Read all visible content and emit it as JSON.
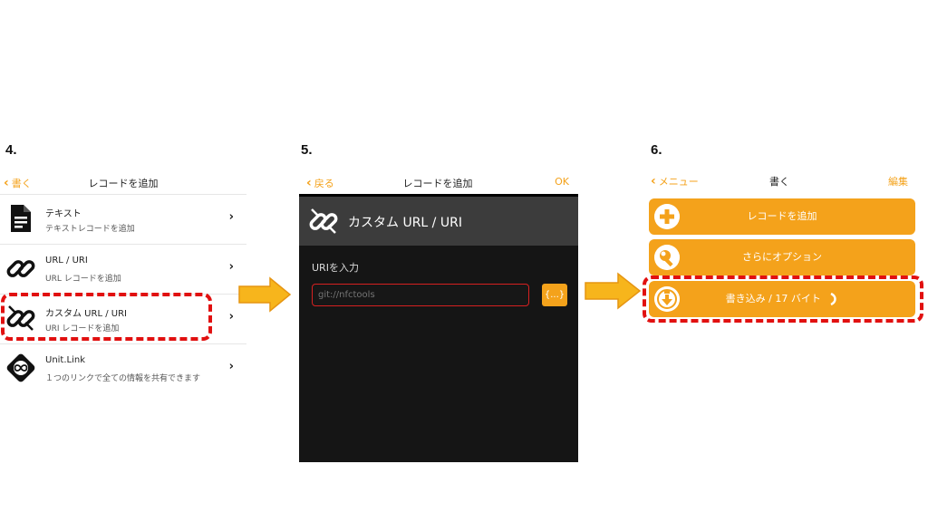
{
  "steps": {
    "s4": "4.",
    "s5": "5.",
    "s6": "6."
  },
  "panel4": {
    "back_label": "書く",
    "title": "レコードを追加",
    "items": [
      {
        "title": "テキスト",
        "subtitle": "テキストレコードを追加",
        "icon": "document-icon"
      },
      {
        "title": "URL / URI",
        "subtitle": "URL レコードを追加",
        "icon": "link-icon"
      },
      {
        "title": "カスタム URL / URI",
        "subtitle": "URI レコードを追加",
        "icon": "broken-link-icon"
      },
      {
        "title": "Unit.Link",
        "subtitle": "１つのリンクで全ての情報を共有できます",
        "icon": "unit-link-icon"
      }
    ]
  },
  "panel5": {
    "back_label": "戻る",
    "title": "レコードを追加",
    "ok_label": "OK",
    "header_title": "カスタム URL / URI",
    "input_label": "URIを入力",
    "input_placeholder": "git://nfctools",
    "brace_label": "{...}"
  },
  "panel6": {
    "back_label": "メニュー",
    "title": "書く",
    "edit_label": "編集",
    "buttons": [
      {
        "label": "レコードを追加",
        "icon": "plus-circle-icon"
      },
      {
        "label": "さらにオプション",
        "icon": "wrench-icon"
      },
      {
        "label": "書き込み / 17 バイト",
        "icon": "download-circle-icon"
      }
    ]
  },
  "colors": {
    "accent": "#f4a21b",
    "highlight": "#e11010",
    "dark_bg": "#151515",
    "dark_header": "#3c3c3c"
  }
}
